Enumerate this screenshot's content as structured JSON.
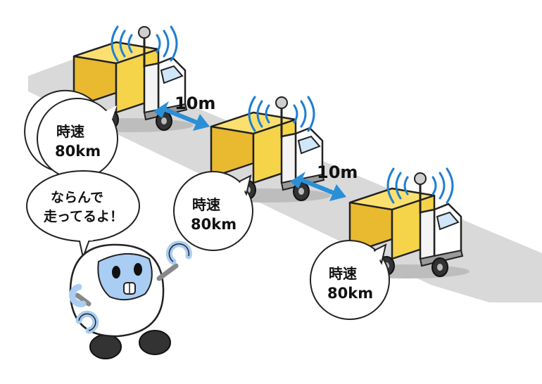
{
  "trucks": [
    {
      "speed_label": "時速",
      "speed_value": "80km"
    },
    {
      "speed_label": "時速",
      "speed_value": "80km"
    },
    {
      "speed_label": "時速",
      "speed_value": "80km"
    }
  ],
  "gaps": [
    {
      "label": "10m"
    },
    {
      "label": "10m"
    }
  ],
  "robot": {
    "speech_line1": "ならんで",
    "speech_line2": "走ってるよ！"
  },
  "colors": {
    "road": "#d9d9d9",
    "cargo": "#f5d44a",
    "arrow": "#2b8fd6",
    "signal": "#1f7fd0",
    "robot_face": "#a9cdf3"
  }
}
